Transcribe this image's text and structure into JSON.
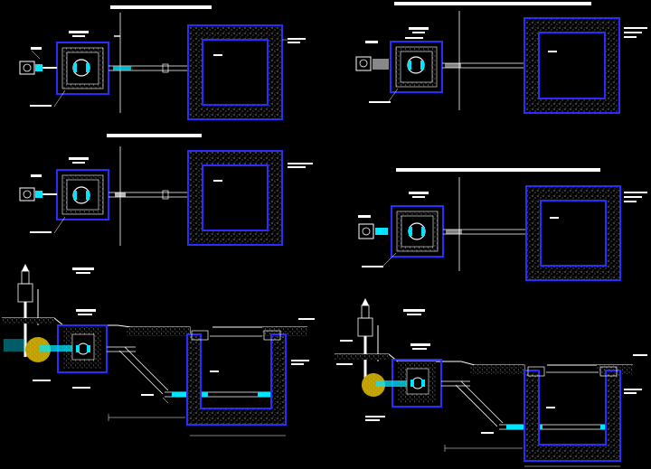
{
  "drawing": {
    "colors": {
      "background": "#000000",
      "line": "#ffffff",
      "pipe": "#00e5ff",
      "chamber": "#2b2bff",
      "fill": "#cfcfcf",
      "highlight": "#ffd400"
    },
    "panels": [
      {
        "id": "top-left",
        "title_bar": true
      },
      {
        "id": "top-right",
        "title_bar": true
      },
      {
        "id": "mid-left",
        "title_bar": true
      },
      {
        "id": "mid-right",
        "title_bar": true
      },
      {
        "id": "bottom-left",
        "title_bar": true
      },
      {
        "id": "bottom-right",
        "title_bar": true
      }
    ]
  }
}
